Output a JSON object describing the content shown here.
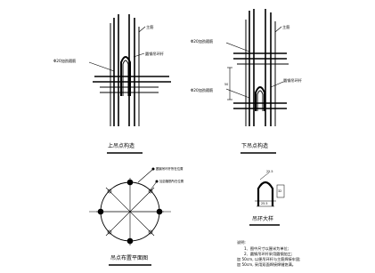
{
  "upper": {
    "caption": "上吊点构造",
    "label_top": "主筋",
    "label_left": "Φ20加劲箍筋",
    "label_right": "圆钢吊环杆"
  },
  "lower": {
    "caption": "下吊点构造",
    "label_top": "主筋",
    "label_left_1": "Φ20加劲箍筋",
    "label_left_2": "Φ20加劲箍筋",
    "label_right": "圆钢吊环杆",
    "dim": "50"
  },
  "plan": {
    "caption": "吊点布置平面图",
    "label_1": "圆钢吊环杆所在位置",
    "label_2": "加劲箍筋所在位置"
  },
  "ring": {
    "caption": "吊环大样",
    "dim_top": "25.5",
    "dim_right": "32",
    "dim_bottom": "25.5"
  },
  "notes": {
    "title": "说明:",
    "lines": [
      "1、图中尺寸以厘米为单位;",
      "2、圆钢吊环杆采用圆钢加工;",
      "加 50cm, 以便吊环杆与主筋焊接牢固;",
      "加 50cm, 采用双面焊接焊缝饱满。"
    ]
  }
}
